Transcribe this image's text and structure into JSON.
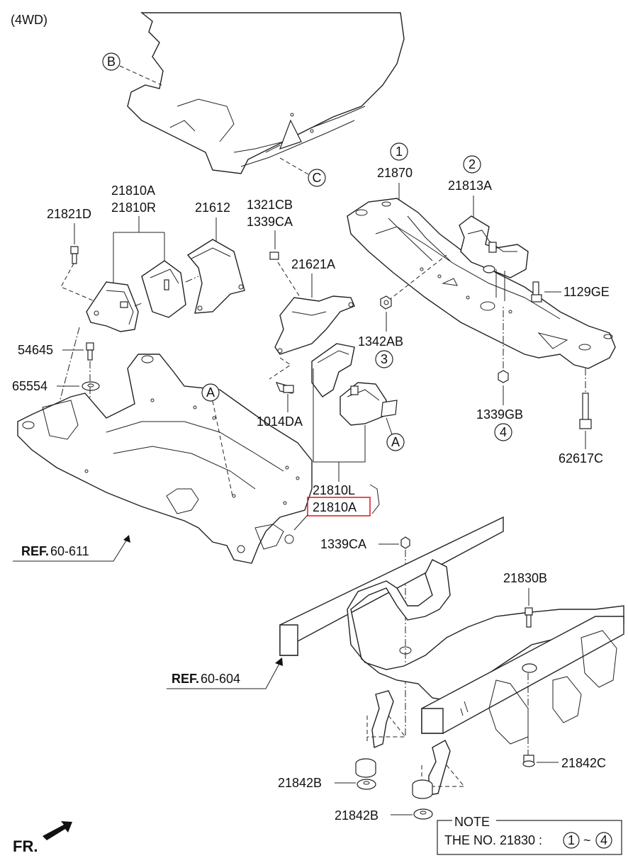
{
  "variant": "(4WD)",
  "parts": {
    "p21821D": "21821D",
    "p21810A_top": "21810A",
    "p21810R": "21810R",
    "p21612": "21612",
    "p1321CB": "1321CB",
    "p1339CA_top": "1339CA",
    "p21621A": "21621A",
    "p54645": "54645",
    "p65554": "65554",
    "p1014DA": "1014DA",
    "p21810L": "21810L",
    "p21810A_bottom": "21810A",
    "p21870": "21870",
    "p21813A": "21813A",
    "p1129GE": "1129GE",
    "p1342AB": "1342AB",
    "p1339GB": "1339GB",
    "p62617C": "62617C",
    "p1339CA_bottom": "1339CA",
    "p21830B": "21830B",
    "p21842C": "21842C",
    "p21842B_a": "21842B",
    "p21842B_b": "21842B"
  },
  "callouts": {
    "B": "B",
    "C": "C",
    "A1": "A",
    "A2": "A",
    "n1": "1",
    "n2": "2",
    "n3": "3",
    "n4": "4"
  },
  "refs": {
    "ref1_bold": "REF.",
    "ref1_num": "60-611",
    "ref2_bold": "REF.",
    "ref2_num": "60-604"
  },
  "front_label": "FR.",
  "note": {
    "title": "NOTE",
    "text": "THE NO. 21830 :",
    "from": "1",
    "sep": "~",
    "to": "4"
  },
  "highlight": {
    "part": "21810A",
    "color": "#e0242b"
  }
}
